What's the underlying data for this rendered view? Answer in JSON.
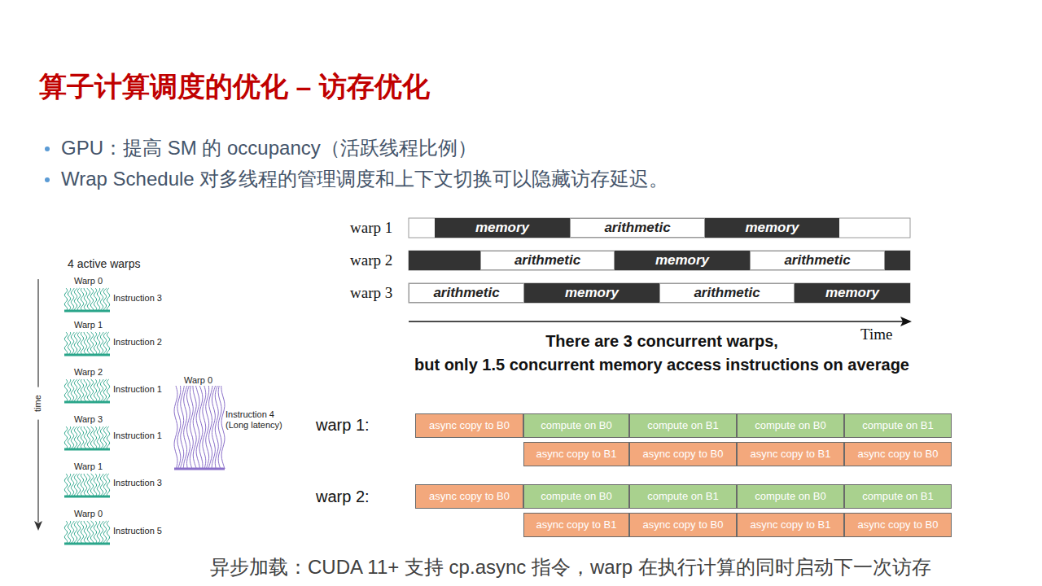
{
  "diagram": {
    "title": "算子计算调度的优化 – 访存优化",
    "caption": "异步加载：CUDA 11+ 支持 cp.async 指令，warp 在执行计算的同时启动下一次访存",
    "nodes": [
      {
        "text": [
          "memory"
        ]
      },
      {
        "text": [
          "arithmetic"
        ]
      },
      {
        "text": [
          "memory"
        ]
      },
      {
        "text": [
          "arithmetic"
        ]
      },
      {
        "text": [
          "memory"
        ]
      },
      {
        "text": [
          "arithmetic"
        ]
      },
      {
        "text": [
          "arithmetic"
        ]
      },
      {
        "text": [
          "memory"
        ]
      },
      {
        "text": [
          "arithmetic"
        ]
      },
      {
        "text": [
          "memory"
        ]
      },
      {
        "text": [
          "async copy to B0"
        ]
      },
      {
        "text": [
          "compute on B0"
        ]
      },
      {
        "text": [
          "compute on B1"
        ]
      },
      {
        "text": [
          "compute on B0"
        ]
      },
      {
        "text": [
          "compute on B1"
        ]
      },
      {
        "text": [
          "async copy to B1"
        ]
      },
      {
        "text": [
          "async copy to B0"
        ]
      },
      {
        "text": [
          "async copy to B1"
        ]
      },
      {
        "text": [
          "async copy to B0"
        ]
      },
      {
        "text": [
          "async copy to B0"
        ]
      },
      {
        "text": [
          "compute on B0"
        ]
      },
      {
        "text": [
          "compute on B1"
        ]
      },
      {
        "text": [
          "compute on B0"
        ]
      },
      {
        "text": [
          "compute on B1"
        ]
      },
      {
        "text": [
          "async copy to B1"
        ]
      },
      {
        "text": [
          "async copy to B0"
        ]
      },
      {
        "text": [
          "async copy to B1"
        ]
      },
      {
        "text": [
          "async copy to B0"
        ]
      }
    ],
    "labels": [
      "GPU：提高 SM 的 occupancy（活跃线程比例）",
      "Wrap Schedule 对多线程的管理调度和上下文切换可以隐藏访存延迟。",
      "warp 1",
      "warp 2",
      "warp 3",
      "Time",
      "There are 3 concurrent warps,",
      "but only 1.5 concurrent memory access instructions on average",
      "4 active warps",
      "Warp 0",
      "Instruction 3",
      "Warp 1",
      "Instruction 2",
      "Warp 2",
      "Instruction 1",
      "Warp 3",
      "Instruction 1",
      "Warp 1",
      "Instruction 3",
      "Warp 0",
      "Instruction 5",
      "time",
      "Warp 0",
      "Instruction 4 (Long latency)",
      "warp 1:",
      "warp 2:"
    ]
  }
}
